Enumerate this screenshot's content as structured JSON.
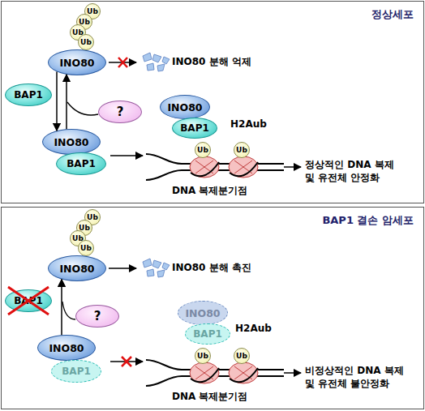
{
  "diagram": {
    "nodes": [
      {
        "text": [
          "정상세포"
        ]
      },
      {
        "text": [
          "Ub"
        ],
        "in": 0
      },
      {
        "text": [
          "Ub"
        ],
        "in": 0
      },
      {
        "text": [
          "Ub"
        ],
        "in": 0
      },
      {
        "text": [
          "Ub"
        ],
        "in": 0
      },
      {
        "text": [
          "INO80"
        ],
        "in": 0
      },
      {
        "text": [
          "BAP1"
        ],
        "in": 0
      },
      {
        "text": [
          "?"
        ],
        "in": 0
      },
      {
        "text": [
          "INO80"
        ],
        "in": 0
      },
      {
        "text": [
          "BAP1"
        ],
        "in": 0
      },
      {
        "text": [
          "INO80"
        ],
        "in": 0
      },
      {
        "text": [
          "BAP1"
        ],
        "in": 0
      },
      {
        "text": [
          "Ub"
        ],
        "in": 0
      },
      {
        "text": [
          "Ub"
        ],
        "in": 0
      },
      {
        "text": [
          "BAP1 결손 암세포"
        ]
      },
      {
        "text": [
          "Ub"
        ],
        "in": 14
      },
      {
        "text": [
          "Ub"
        ],
        "in": 14
      },
      {
        "text": [
          "Ub"
        ],
        "in": 14
      },
      {
        "text": [
          "Ub"
        ],
        "in": 14
      },
      {
        "text": [
          "INO80"
        ],
        "in": 14
      },
      {
        "text": [
          "BAP1"
        ],
        "in": 14
      },
      {
        "text": [
          "?"
        ],
        "in": 14
      },
      {
        "text": [
          "INO80"
        ],
        "in": 14
      },
      {
        "text": [
          "BAP1"
        ],
        "in": 14
      },
      {
        "text": [
          "INO80"
        ],
        "in": 14
      },
      {
        "text": [
          "BAP1"
        ],
        "in": 14
      },
      {
        "text": [
          "Ub"
        ],
        "in": 14
      },
      {
        "text": [
          "Ub"
        ],
        "in": 14
      }
    ],
    "edges": [
      {
        "from": 5,
        "to": 8,
        "arrow": "to"
      },
      {
        "from": 8,
        "to": 5,
        "arrow": "to"
      },
      {
        "from": 22,
        "to": 19,
        "arrow": "to"
      }
    ],
    "labels": [
      "INO80 분해 억제",
      "H2Aub",
      "DNA 복제분기점",
      "정상적인 DNA 복제 및 유전체 안정화",
      "INO80 분해 촉진",
      "H2Aub",
      "DNA 복제분기점",
      "비정상적인 DNA 복제 및 유전체 불안정화"
    ]
  }
}
